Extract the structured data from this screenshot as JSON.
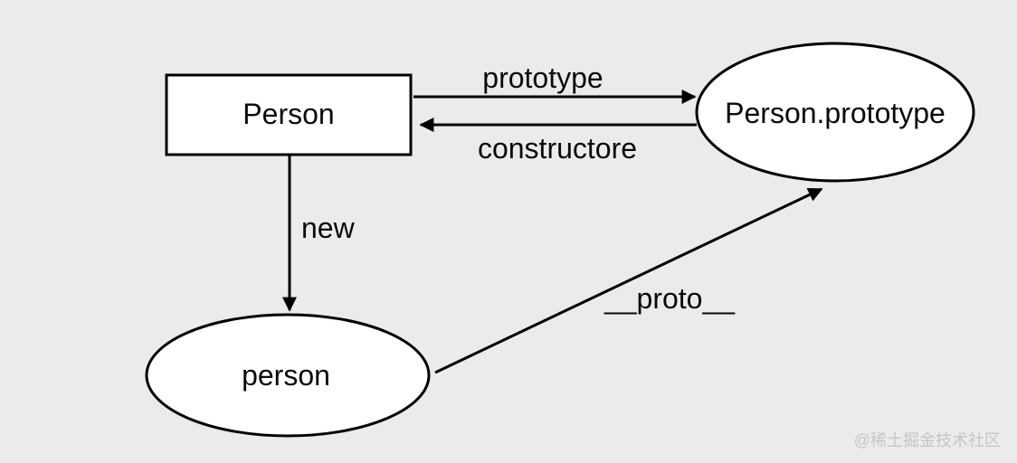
{
  "colors": {
    "background": "#ebebeb",
    "node_fill": "#ffffff",
    "stroke": "#000000",
    "watermark_text": "#c6c6c6"
  },
  "nodes": {
    "person_constructor": {
      "label": "Person",
      "shape": "rectangle"
    },
    "person_prototype": {
      "label": "Person.prototype",
      "shape": "ellipse"
    },
    "person_instance": {
      "label": "person",
      "shape": "ellipse"
    }
  },
  "edges": {
    "prototype": {
      "label": "prototype",
      "from": "Person",
      "to": "Person.prototype"
    },
    "constructor": {
      "label": "constructore",
      "from": "Person.prototype",
      "to": "Person"
    },
    "new_instance": {
      "label": "new",
      "from": "Person",
      "to": "person"
    },
    "proto": {
      "label": "__proto__",
      "from": "person",
      "to": "Person.prototype"
    }
  },
  "watermark": {
    "text": "@稀土掘金技术社区"
  }
}
